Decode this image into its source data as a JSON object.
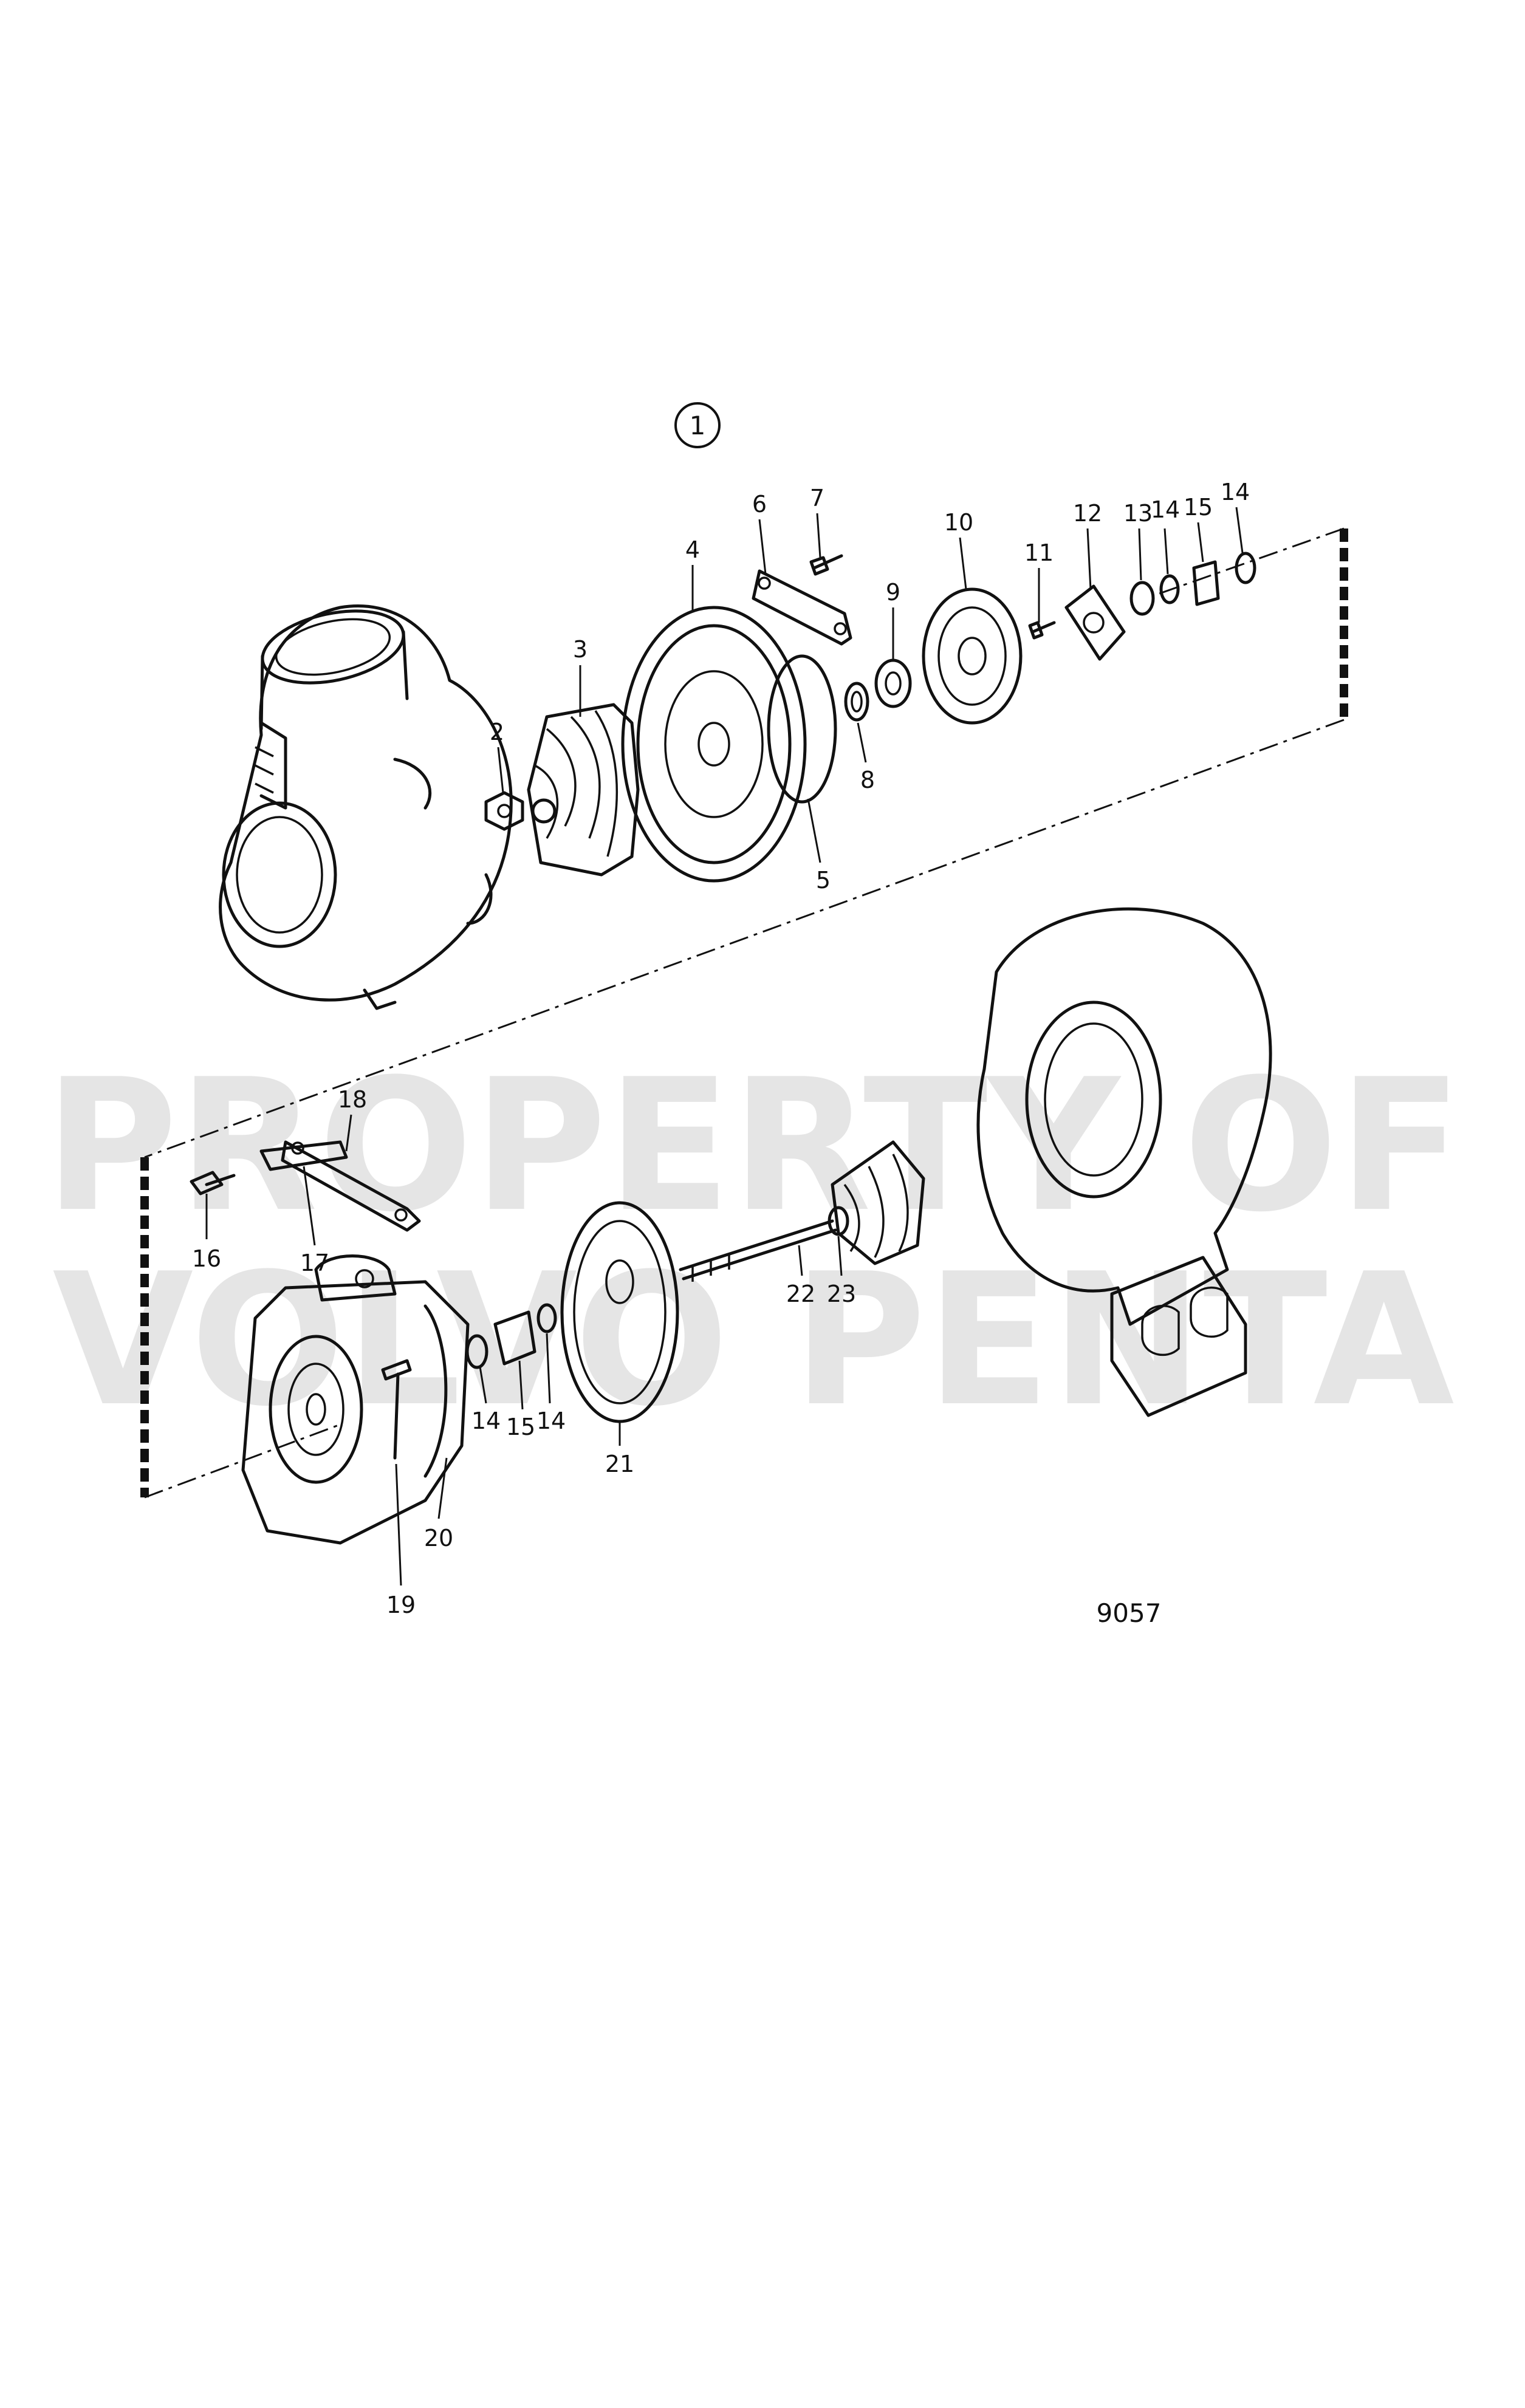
{
  "figure_marker": "1",
  "drawing_number": "9057",
  "watermark": {
    "line1": "PROPERTY OF",
    "line2": "VOLVO PENTA"
  },
  "callouts": [
    "2",
    "3",
    "4",
    "5",
    "6",
    "7",
    "8",
    "9",
    "10",
    "11",
    "12",
    "13",
    "14",
    "15",
    "14",
    "16",
    "17",
    "18",
    "14",
    "15",
    "14",
    "19",
    "20",
    "21",
    "22",
    "23"
  ]
}
